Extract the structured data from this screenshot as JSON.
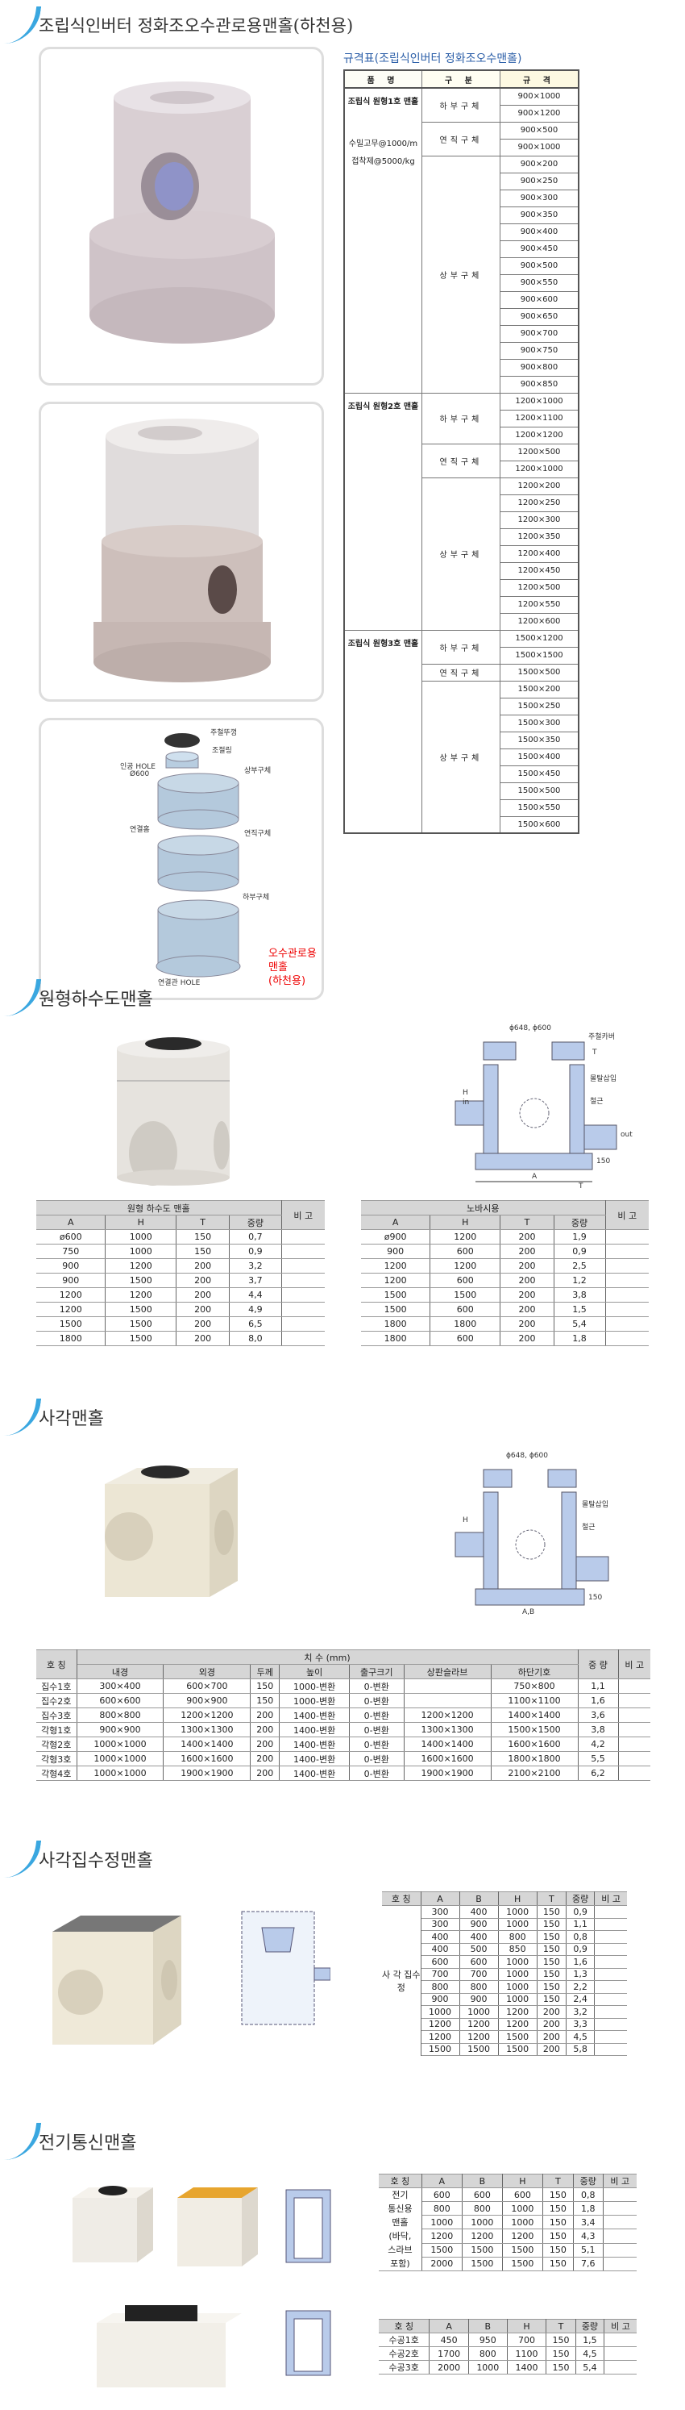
{
  "sections": {
    "s1": "조립식인버터 정화조오수관로용맨홀(하천용)",
    "s2": "원형하수도맨홀",
    "s3": "사각맨홀",
    "s4": "사각집수정맨홀",
    "s5": "전기통신맨홀"
  },
  "exploded": {
    "cover": "주철뚜껑",
    "ring": "조절링",
    "hole": "인공 HOLE",
    "hole_dia": "Ø600",
    "upper": "상부구체",
    "groove": "연결홈",
    "riser": "연직구체",
    "lower": "하부구체",
    "pipe_hole": "연결관 HOLE",
    "caption1": "오수관로용 맨홀",
    "caption2": "(하천용)"
  },
  "spec": {
    "caption": "규격표(조립식인버터 정화조오수맨홀)",
    "headers": [
      "품 명",
      "구 분",
      "규 격"
    ],
    "products": [
      {
        "name": "조립식 원형1호 맨홀",
        "notes": [
          "수밀고무@1000/m",
          "접착제@5000/kg"
        ],
        "groups": [
          {
            "part": "하부구체",
            "sizes": [
              "900×1000",
              "900×1200"
            ]
          },
          {
            "part": "연직구체",
            "sizes": [
              "900×500",
              "900×1000"
            ]
          },
          {
            "part": "상부구체",
            "sizes": [
              "900×200",
              "900×250",
              "900×300",
              "900×350",
              "900×400",
              "900×450",
              "900×500",
              "900×550",
              "900×600",
              "900×650",
              "900×700",
              "900×750",
              "900×800",
              "900×850"
            ]
          }
        ]
      },
      {
        "name": "조립식 원형2호 맨홀",
        "notes": [],
        "groups": [
          {
            "part": "하부구체",
            "sizes": [
              "1200×1000",
              "1200×1100",
              "1200×1200"
            ]
          },
          {
            "part": "연직구체",
            "sizes": [
              "1200×500",
              "1200×1000"
            ]
          },
          {
            "part": "상부구체",
            "sizes": [
              "1200×200",
              "1200×250",
              "1200×300",
              "1200×350",
              "1200×400",
              "1200×450",
              "1200×500",
              "1200×550",
              "1200×600"
            ]
          }
        ]
      },
      {
        "name": "조립식 원형3호 맨홀",
        "notes": [],
        "groups": [
          {
            "part": "하부구체",
            "sizes": [
              "1500×1200",
              "1500×1500"
            ]
          },
          {
            "part": "연직구체",
            "sizes": [
              "1500×500"
            ]
          },
          {
            "part": "상부구체",
            "sizes": [
              "1500×200",
              "1500×250",
              "1500×300",
              "1500×350",
              "1500×400",
              "1500×450",
              "1500×500",
              "1500×550",
              "1500×600"
            ]
          }
        ]
      }
    ]
  },
  "diagram": {
    "dia": "ϕ648, ϕ600",
    "cover": "주철카버",
    "t": "T",
    "mortar": "몰탈삽입",
    "rebar": "철근",
    "h": "H",
    "in": "in",
    "out": "out",
    "a": "A",
    "ab": "A,B",
    "base": "150"
  },
  "round_table": {
    "title": "원형 하수도 맨홀",
    "note": "비 고",
    "cols": [
      "A",
      "H",
      "T",
      "중량"
    ],
    "rows": [
      [
        "ø600",
        "1000",
        "150",
        "0,7",
        ""
      ],
      [
        "750",
        "1000",
        "150",
        "0,9",
        ""
      ],
      [
        "900",
        "1200",
        "200",
        "3,2",
        ""
      ],
      [
        "900",
        "1500",
        "200",
        "3,7",
        ""
      ],
      [
        "1200",
        "1200",
        "200",
        "4,4",
        ""
      ],
      [
        "1200",
        "1500",
        "200",
        "4,9",
        ""
      ],
      [
        "1500",
        "1500",
        "200",
        "6,5",
        ""
      ],
      [
        "1800",
        "1500",
        "200",
        "8,0",
        ""
      ]
    ]
  },
  "nova_table": {
    "title": "노바시용",
    "note": "비 고",
    "cols": [
      "A",
      "H",
      "T",
      "중량"
    ],
    "rows": [
      [
        "ø900",
        "1200",
        "200",
        "1,9",
        ""
      ],
      [
        "900",
        "600",
        "200",
        "0,9",
        ""
      ],
      [
        "1200",
        "1200",
        "200",
        "2,5",
        ""
      ],
      [
        "1200",
        "600",
        "200",
        "1,2",
        ""
      ],
      [
        "1500",
        "1500",
        "200",
        "3,8",
        ""
      ],
      [
        "1500",
        "600",
        "200",
        "1,5",
        ""
      ],
      [
        "1800",
        "1800",
        "200",
        "5,4",
        ""
      ],
      [
        "1800",
        "600",
        "200",
        "1,8",
        ""
      ]
    ]
  },
  "square_table": {
    "name_col": "호 칭",
    "dim_title": "치 수 (mm)",
    "weight": "중 량",
    "note": "비 고",
    "cols": [
      "내경",
      "외경",
      "두께",
      "높이",
      "출구크기",
      "상판슬라브",
      "하단기호"
    ],
    "rows": [
      [
        "집수1호",
        "300×400",
        "600×700",
        "150",
        "1000-변환",
        "0-변환",
        "",
        "750×800",
        "1,1",
        ""
      ],
      [
        "집수2호",
        "600×600",
        "900×900",
        "150",
        "1000-변환",
        "0-변환",
        "",
        "1100×1100",
        "1,6",
        ""
      ],
      [
        "집수3호",
        "800×800",
        "1200×1200",
        "200",
        "1400-변환",
        "0-변환",
        "1200×1200",
        "1400×1400",
        "3,6",
        ""
      ],
      [
        "각형1호",
        "900×900",
        "1300×1300",
        "200",
        "1400-변환",
        "0-변환",
        "1300×1300",
        "1500×1500",
        "3,8",
        ""
      ],
      [
        "각형2호",
        "1000×1000",
        "1400×1400",
        "200",
        "1400-변환",
        "0-변환",
        "1400×1400",
        "1600×1600",
        "4,2",
        ""
      ],
      [
        "각형3호",
        "1000×1000",
        "1600×1600",
        "200",
        "1400-변환",
        "0-변환",
        "1600×1600",
        "1800×1800",
        "5,5",
        ""
      ],
      [
        "각형4호",
        "1000×1000",
        "1900×1900",
        "200",
        "1400-변환",
        "0-변환",
        "1900×1900",
        "2100×2100",
        "6,2",
        ""
      ]
    ]
  },
  "sump_table": {
    "cols": [
      "호 칭",
      "A",
      "B",
      "H",
      "T",
      "중량",
      "비 고"
    ],
    "group": "사 각 집수정",
    "rows": [
      [
        "300",
        "400",
        "1000",
        "150",
        "0,9",
        ""
      ],
      [
        "300",
        "900",
        "1000",
        "150",
        "1,1",
        ""
      ],
      [
        "400",
        "400",
        "800",
        "150",
        "0,8",
        ""
      ],
      [
        "400",
        "500",
        "850",
        "150",
        "0,9",
        ""
      ],
      [
        "600",
        "600",
        "1000",
        "150",
        "1,6",
        ""
      ],
      [
        "700",
        "700",
        "1000",
        "150",
        "1,3",
        ""
      ],
      [
        "800",
        "800",
        "1000",
        "150",
        "2,2",
        ""
      ],
      [
        "900",
        "900",
        "1000",
        "150",
        "2,4",
        ""
      ],
      [
        "1000",
        "1000",
        "1200",
        "200",
        "3,2",
        ""
      ],
      [
        "1200",
        "1200",
        "1200",
        "200",
        "3,3",
        ""
      ],
      [
        "1200",
        "1200",
        "1500",
        "200",
        "4,5",
        ""
      ],
      [
        "1500",
        "1500",
        "1500",
        "200",
        "5,8",
        ""
      ]
    ]
  },
  "elec_table": {
    "cols": [
      "호 칭",
      "A",
      "B",
      "H",
      "T",
      "중량",
      "비 고"
    ],
    "group_lines": [
      "전기",
      "통신용",
      "맨홀",
      "(바닥,",
      "스라브",
      "포함)"
    ],
    "rows": [
      [
        "600",
        "600",
        "600",
        "150",
        "0,8",
        ""
      ],
      [
        "800",
        "800",
        "1000",
        "150",
        "1,8",
        ""
      ],
      [
        "1000",
        "1000",
        "1000",
        "150",
        "3,4",
        ""
      ],
      [
        "1200",
        "1200",
        "1200",
        "150",
        "4,3",
        ""
      ],
      [
        "1500",
        "1500",
        "1500",
        "150",
        "5,1",
        ""
      ],
      [
        "2000",
        "1500",
        "1500",
        "150",
        "7,6",
        ""
      ]
    ]
  },
  "hand_table": {
    "cols": [
      "호 칭",
      "A",
      "B",
      "H",
      "T",
      "중량",
      "비 고"
    ],
    "rows": [
      [
        "수공1호",
        "450",
        "950",
        "700",
        "150",
        "1,5",
        ""
      ],
      [
        "수공2호",
        "1700",
        "800",
        "1100",
        "150",
        "4,5",
        ""
      ],
      [
        "수공3호",
        "2000",
        "1000",
        "1400",
        "150",
        "5,4",
        ""
      ]
    ]
  }
}
